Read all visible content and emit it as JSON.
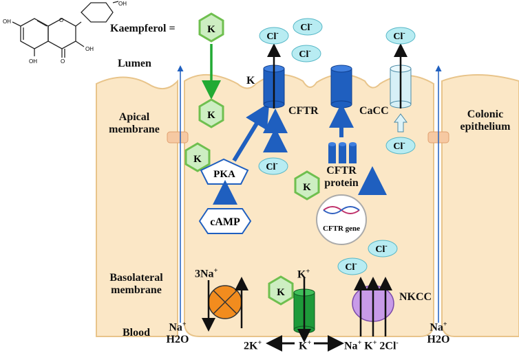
{
  "labels": {
    "kaempferol": "Kaempferol =",
    "k": "K",
    "lumen": "Lumen",
    "apical_membrane": "Apical membrane",
    "basolateral_membrane": "Basolateral membrane",
    "blood": "Blood",
    "colonic_epithelium": "Colonic epithelium",
    "cftr": "CFTR",
    "cacc": "CaCC",
    "cftr_protein": "CFTR protein",
    "cftr_gene": "CFTR gene",
    "pka": "PKA",
    "camp": "cAMP",
    "nkcc": "NKCC",
    "cl": "Cl",
    "superscript_minus": "-",
    "superscript_plus": "+",
    "na3": "3Na",
    "k_ion": "K",
    "k2": "2K",
    "na": "Na",
    "cl2": "2Cl",
    "h2o": "H2O",
    "oh": "OH",
    "o": "O"
  },
  "colors": {
    "cell_fill": "#fbe7c6",
    "cell_stroke": "#e8c48a",
    "hex_fill": "#cdeec2",
    "hex_stroke": "#6fbf4f",
    "channel_blue": "#1f5fbf",
    "cacc_light": "#d7f0f7",
    "cl_oval": "#b8ecf2",
    "arrow_green": "#22aa33",
    "pump_orange": "#f28c1e",
    "nkcc_purple": "#c89be8",
    "k_channel_green": "#1e9a3a",
    "junction": "#f6c9a2"
  }
}
